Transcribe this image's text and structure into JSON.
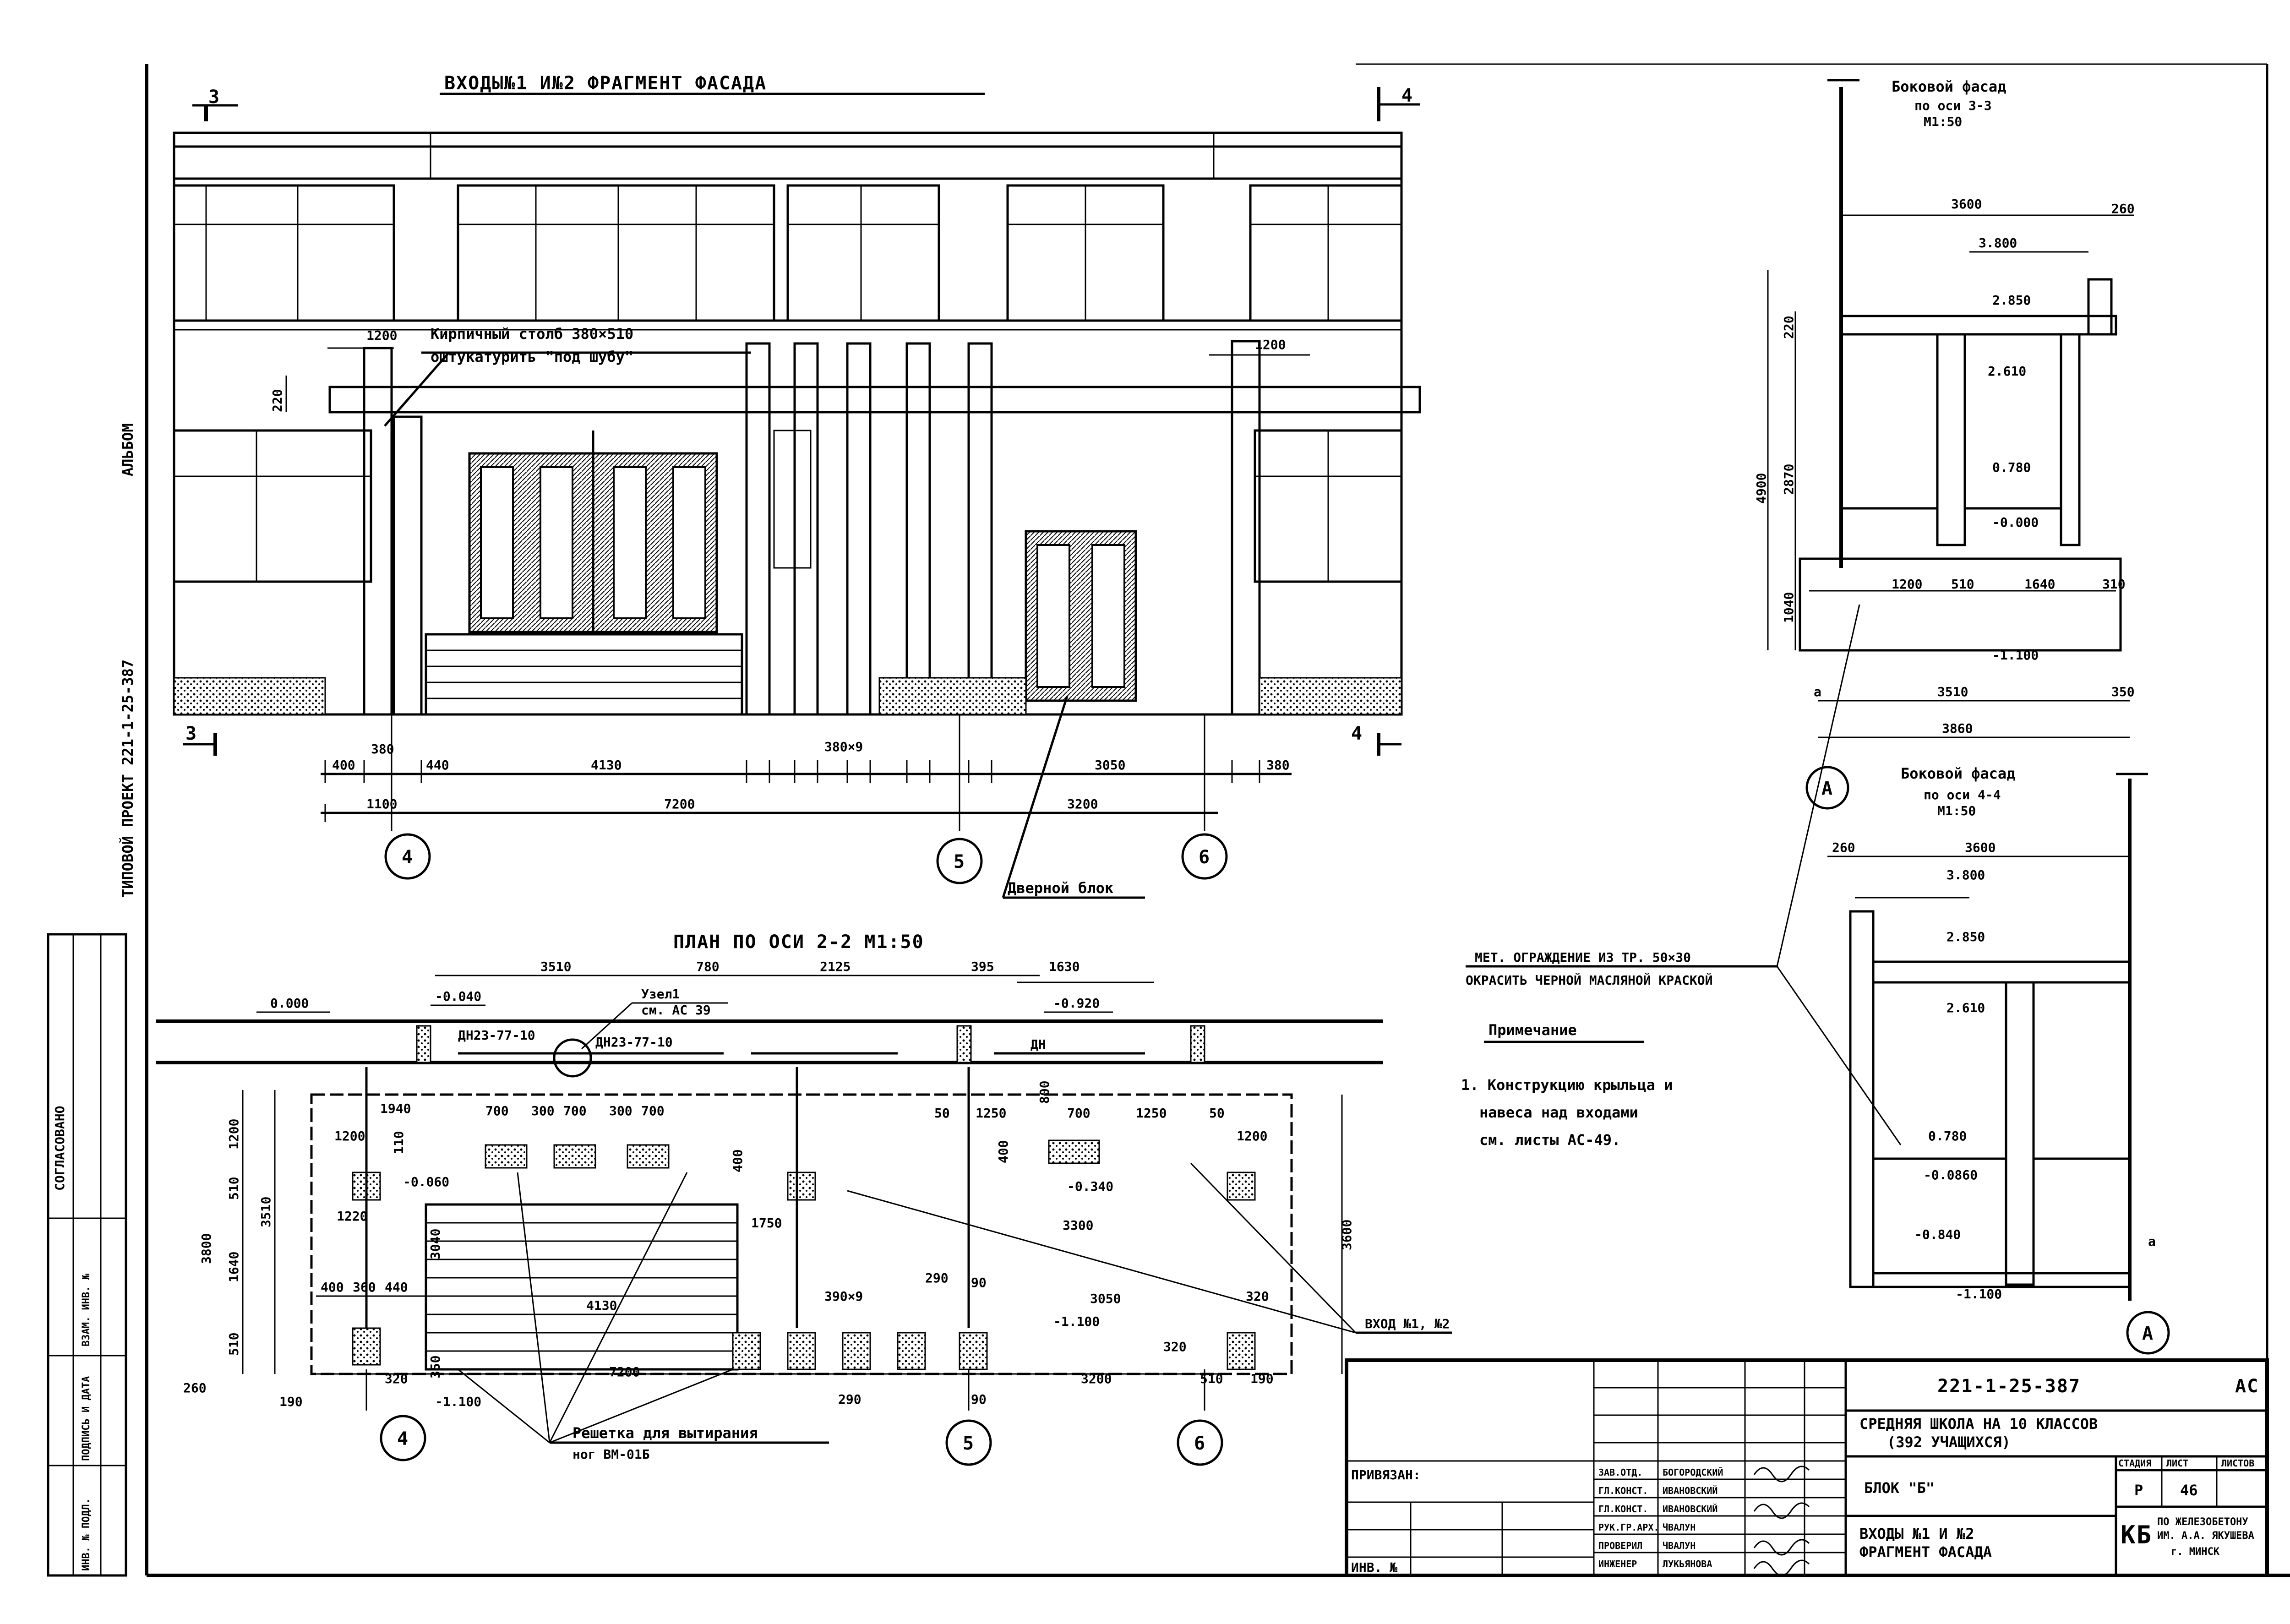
{
  "facade": {
    "title": "ВХОДЫ№1 И№2  ФРАГМЕНТ ФАСАДА",
    "album_label": "АЛЬБОМ",
    "project_label": "ТИПОВОЙ ПРОЕКТ  221-1-25-387",
    "section_left": "3",
    "section_right": "4",
    "section_left_bottom": "3",
    "section_right_bottom": "4",
    "note_brick": "Кирпичный столб 380×510",
    "note_plaster": "оштукатурить \"под шубу\"",
    "door_block": "Дверной блок",
    "dims": {
      "d1200_left": "1200",
      "d1200_right": "1200",
      "d220": "220",
      "d400": "400",
      "d380": "380",
      "d440": "440",
      "d4130": "4130",
      "d380x9": "380×9",
      "d3050": "3050",
      "d380b": "380",
      "d1100": "1100",
      "d7200": "7200",
      "d3200": "3200"
    },
    "axes": [
      "4",
      "5",
      "6"
    ]
  },
  "side1": {
    "title": "Боковой фасад",
    "subtitle": "по оси 3-3",
    "scale": "М1:50",
    "dims": {
      "d3600": "3600",
      "d260": "260",
      "d220": "220",
      "d4900": "4900",
      "d2870": "2870",
      "d1040": "1040",
      "d1200": "1200",
      "d510": "510",
      "d1640": "1640",
      "d310": "310",
      "d3510": "3510",
      "d350": "350",
      "d3860": "3860"
    },
    "levels": [
      "3.800",
      "2.850",
      "2.610",
      "0.780",
      "-0.000",
      "-1.100"
    ],
    "axis": "А",
    "axis_mark": "а"
  },
  "side2": {
    "title": "Боковой фасад",
    "subtitle": "по оси 4-4",
    "scale": "М1:50",
    "dims": {
      "d260": "260",
      "d3600": "3600"
    },
    "levels": [
      "3.800",
      "2.850",
      "2.610",
      "0.780",
      "-0.0860",
      "-0.840",
      "-1.100"
    ],
    "axis": "А",
    "axis_mark": "а"
  },
  "plan": {
    "title": "ПЛАН ПО ОСИ 2-2  М1:50",
    "node_label": "Узел1",
    "node_ref": "см. АС 39",
    "door1": "ДН23-77-10",
    "door2": "ДН23-77-10",
    "door3": "ДН",
    "levels": [
      "0.000",
      "-0.040",
      "-0.920",
      "-0.060",
      "-0.340",
      "-1.100",
      "-1.100"
    ],
    "dims_top": [
      "3510",
      "780",
      "2125",
      "395",
      "1630"
    ],
    "dims_inner": [
      "1940",
      "700",
      "300",
      "700",
      "300",
      "700",
      "800",
      "50",
      "1250",
      "700",
      "1250",
      "50",
      "1200",
      "1200",
      "1220",
      "1750",
      "3300",
      "400",
      "400",
      "110"
    ],
    "dims_left": [
      "1200",
      "510",
      "3510",
      "3800",
      "1640",
      "510",
      "260",
      "190",
      "320",
      "350",
      "3040"
    ],
    "dims_bottom": [
      "400",
      "360",
      "440",
      "4130",
      "390×9",
      "290",
      "90",
      "3050",
      "320",
      "7200",
      "290",
      "90",
      "3200",
      "510",
      "190",
      "320",
      "3600"
    ],
    "grate": "Решетка для вытирания",
    "grate_ref": "ног ВМ-01Б",
    "entry": "ВХОД №1, №2",
    "axes": [
      "4",
      "5",
      "6"
    ]
  },
  "railing": {
    "line1": "МЕТ. ОГРАЖДЕНИЕ ИЗ ТР. 50×30",
    "line2": "ОКРАСИТЬ ЧЕРНОЙ МАСЛЯНОЙ КРАСКОЙ"
  },
  "note": {
    "title": "Примечание",
    "line1": "1. Конструкцию крыльца и",
    "line2": "навеса над входами",
    "line3": "см. листы АС-49."
  },
  "side_stamps": {
    "agreed": "СОГЛАСОВАНО",
    "c1": "ВЗАМ. ИНВ. №",
    "c2": "ПОДПИСЬ И ДАТА",
    "c3": "ИНВ. № ПОДЛ."
  },
  "title_block": {
    "code": "221-1-25-387",
    "section": "АС",
    "desc_line1": "СРЕДНЯЯ ШКОЛА НА 10 КЛАССОВ",
    "desc_line2": "(392 УЧАЩИХСЯ)",
    "block": "БЛОК \"Б\"",
    "sheet_title1": "ВХОДЫ №1 И №2",
    "sheet_title2": "ФРАГМЕНТ ФАСАДА",
    "stage_label": "СТАДИЯ",
    "sheet_label": "ЛИСТ",
    "sheets_label": "ЛИСТОВ",
    "stage": "Р",
    "sheet": "46",
    "org_logo": "КБ",
    "org1": "ПО ЖЕЛЕЗОБЕТОНУ",
    "org2": "ИМ. А.А. ЯКУШЕВА",
    "org3": "г. МИНСК",
    "privyazan": "ПРИВЯЗАН:",
    "inv": "ИНВ. №",
    "roles": [
      "ЗАВ.ОТД.",
      "ГЛ.КОНСТ.",
      "ГЛ.КОНСТ.",
      "РУК.ГР.АРХ.",
      "ПРОВЕРИЛ",
      "ИНЖЕНЕР"
    ],
    "names": [
      "БОГОРОДСКИЙ",
      "ИВАНОВСКИЙ",
      "ИВАНОВСКИЙ",
      "ЧВАЛУН",
      "ЧВАЛУН",
      "ЛУКЬЯНОВА"
    ]
  }
}
